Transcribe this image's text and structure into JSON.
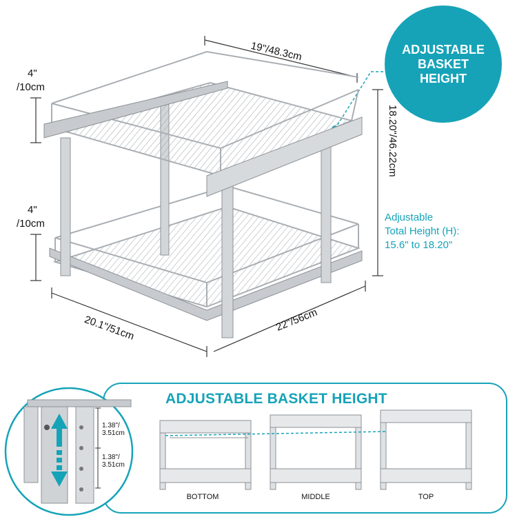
{
  "colors": {
    "accent": "#16a3b8",
    "metal": "#bfc3c7",
    "metal_dark": "#8c9196"
  },
  "badge": {
    "line1": "ADJUSTABLE",
    "line2": "BASKET",
    "line3": "HEIGHT"
  },
  "dimensions": {
    "top_width": "19\"/48.3cm",
    "upper_gap_in": "4\"",
    "upper_gap_cm": "/10cm",
    "lower_gap_in": "4\"",
    "lower_gap_cm": "/10cm",
    "height": "18.20\"/46.22cm",
    "front_width": "20.1\"/51cm",
    "depth": "22\"/56cm"
  },
  "adjustable_note": {
    "line1": "Adjustable",
    "line2": "Total Height (H):",
    "line3": "15.6\" to 18.20\""
  },
  "bottom_panel": {
    "title": "ADJUSTABLE BASKET HEIGHT",
    "detail_dim_upper_in": "1.38\"/",
    "detail_dim_upper_cm": "3.51cm",
    "detail_dim_lower_in": "1.38\"/",
    "detail_dim_lower_cm": "3.51cm",
    "positions": [
      "BOTTOM",
      "MIDDLE",
      "TOP"
    ]
  }
}
